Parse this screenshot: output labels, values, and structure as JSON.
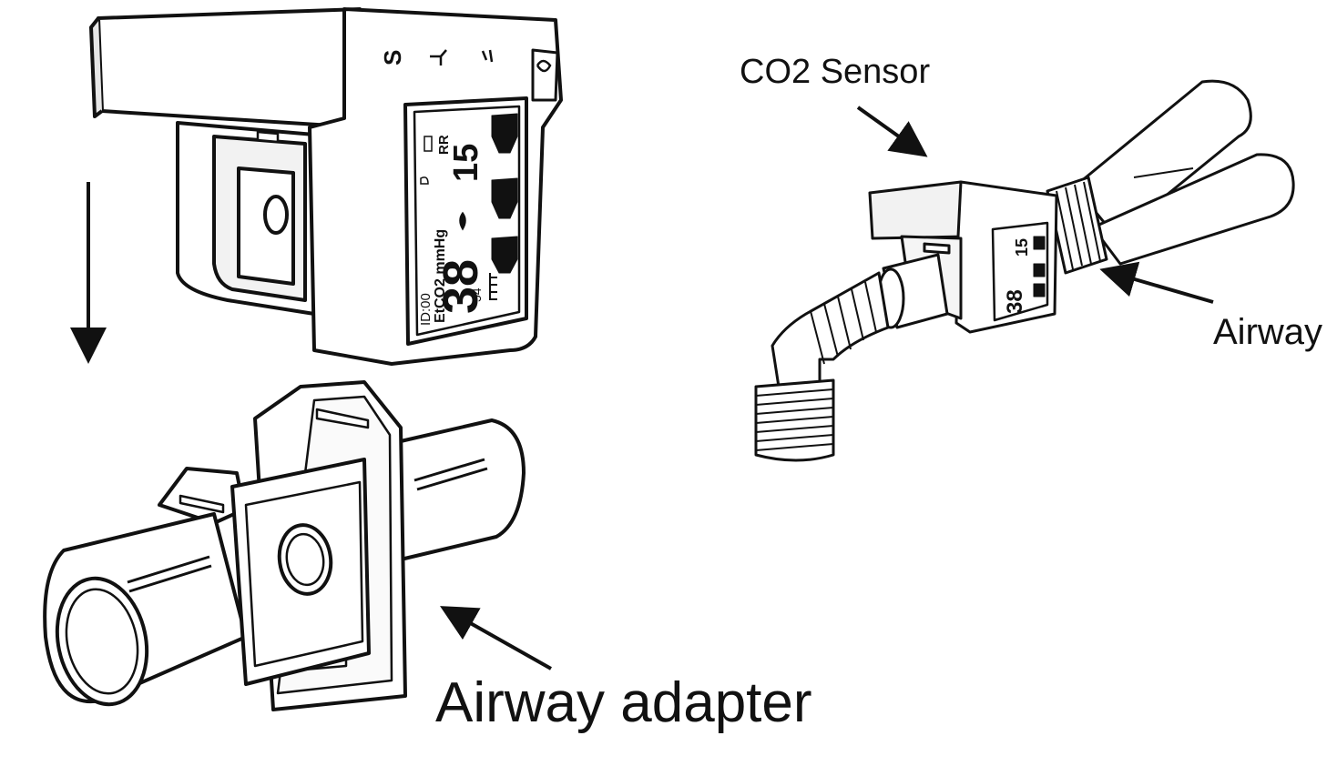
{
  "labels": {
    "sensor": "CO2 Sensor",
    "airway": "Airway",
    "adapter": "Airway adapter"
  },
  "device_display": {
    "id_text": "ID:00",
    "etco2_text": "EtCO2 mmHg",
    "etco2_value": "38",
    "rr_label": "RR",
    "rr_value": "15",
    "scale_text": "54",
    "button_s": "S"
  },
  "colors": {
    "line": "#111111",
    "background": "#ffffff",
    "shade": "#d8d8d8"
  }
}
